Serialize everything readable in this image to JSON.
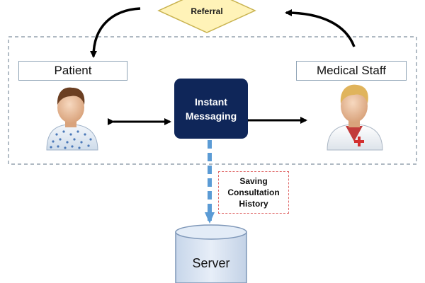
{
  "referral": "Referral",
  "patient": {
    "label": "Patient"
  },
  "medical_staff": {
    "label": "Medical Staff"
  },
  "instant_messaging": {
    "line1": "Instant",
    "line2": "Messaging"
  },
  "saving_note": {
    "line1": "Saving",
    "line2": "Consultation",
    "line3": "History"
  },
  "server": {
    "label": "Server"
  },
  "colors": {
    "im_node": "#0f2659",
    "referral_fill": "#fff3b8",
    "referral_stroke": "#c9b350",
    "dashed_arrow": "#5b9bd5",
    "note_border": "#e06a6a",
    "server_fill": "#dbe6f4",
    "server_stroke": "#7e97b8",
    "boundary": "#7f8f9e"
  },
  "icons": {
    "patient": "patient-person-icon",
    "staff": "doctor-person-icon"
  }
}
